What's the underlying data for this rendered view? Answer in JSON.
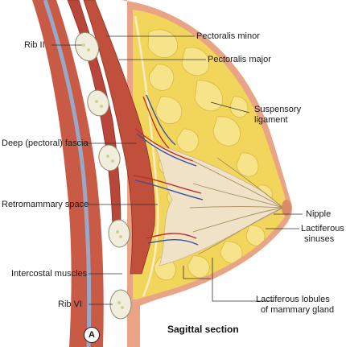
{
  "labels": {
    "rib_ii": "Rib II",
    "pectoralis_minor": "Pectoralis minor",
    "pectoralis_major": "Pectoralis major",
    "suspensory_line1": "Suspensory",
    "suspensory_line2": "ligament",
    "deep_fascia": "Deep (pectoral) fascia",
    "retromammary": "Retromammary space",
    "nipple": "Nipple",
    "lactiferous_sinuses_line1": "Lactiferous",
    "lactiferous_sinuses_line2": "sinuses",
    "intercostal": "Intercostal muscles",
    "rib_vi": "Rib VI",
    "lobules_line1": "Lactiferous lobules",
    "lobules_line2": "of mammary gland"
  },
  "caption": "Sagittal section",
  "panel_letter": "A",
  "colors": {
    "skin": "#e8a484",
    "fat": "#f2d65c",
    "fat_cell": "#f7e48a",
    "muscle": "#c0503c",
    "bone": "#f1eedd",
    "fascia": "#9aa8c8",
    "artery": "#c0302a",
    "vein": "#3a4fa0",
    "gland": "#efe2c6"
  }
}
